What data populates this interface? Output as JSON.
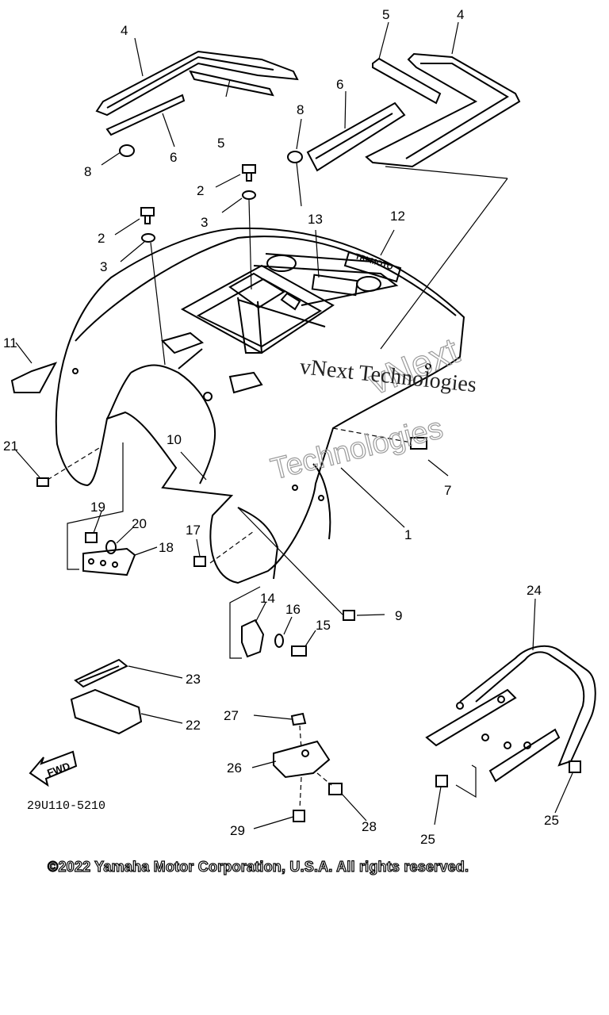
{
  "diagram": {
    "callouts": {
      "c1": "1",
      "c2a": "2",
      "c2b": "2",
      "c3a": "3",
      "c3b": "3",
      "c4a": "4",
      "c4b": "4",
      "c5a": "5",
      "c5b": "5",
      "c6a": "6",
      "c6b": "6",
      "c7": "7",
      "c8a": "8",
      "c8b": "8",
      "c9": "9",
      "c10": "10",
      "c11": "11",
      "c12": "12",
      "c13": "13",
      "c14": "14",
      "c15": "15",
      "c16": "16",
      "c17": "17",
      "c18": "18",
      "c19": "19",
      "c20": "20",
      "c21": "21",
      "c22": "22",
      "c23": "23",
      "c24": "24",
      "c25a": "25",
      "c25b": "25",
      "c26": "26",
      "c27": "27",
      "c28": "28",
      "c29": "29"
    },
    "decal_text": "TRI-MOTO",
    "fwd_label": "FWD",
    "drawing_code": "29U110-5210",
    "watermark_line": "vNext Technologies",
    "watermark_outline_1": "vNext",
    "watermark_outline_2": "Technologies",
    "copyright": "©2022 Yamaha Motor Corporation, U.S.A. All rights reserved."
  }
}
